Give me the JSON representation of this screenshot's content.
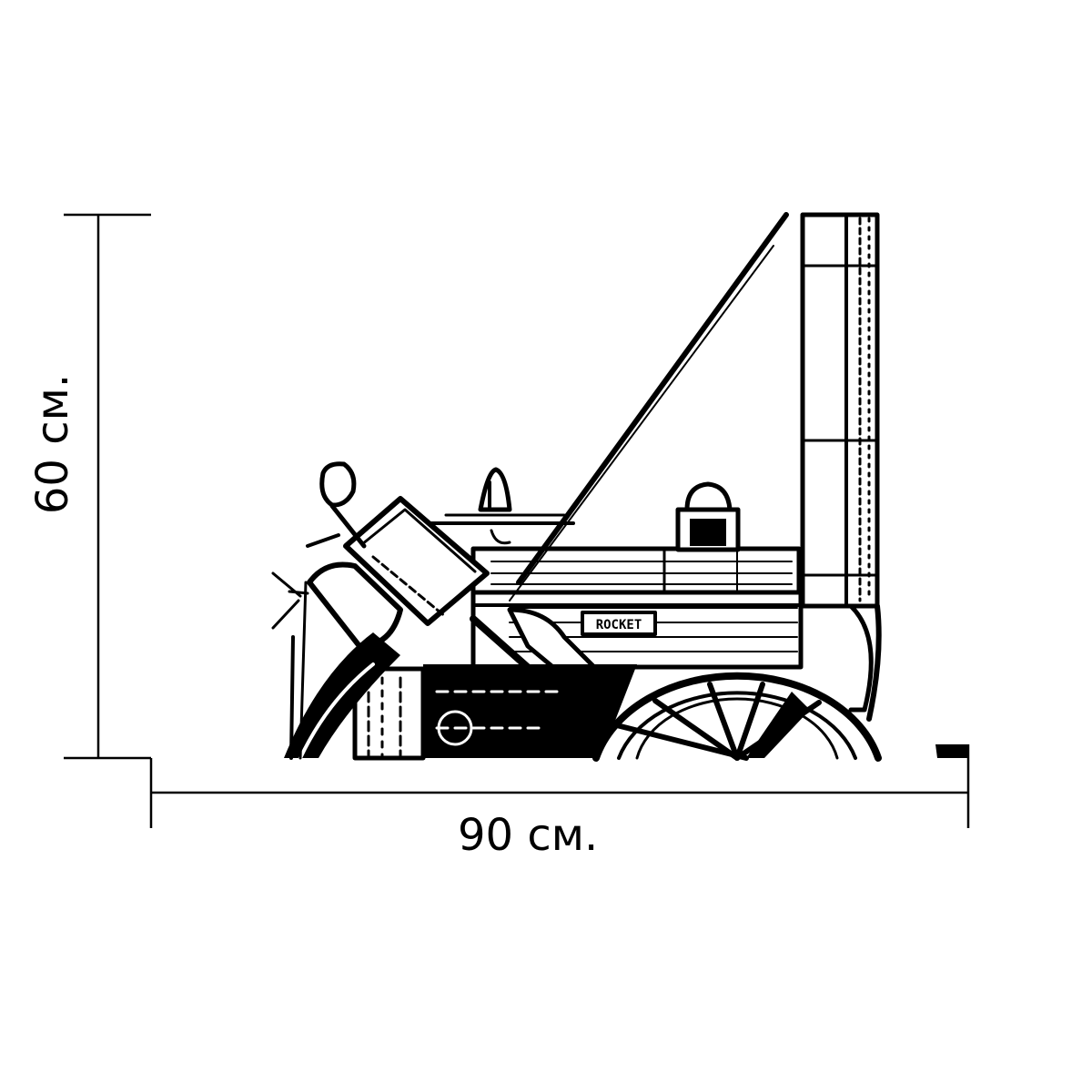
{
  "dimensions": {
    "width_label": "90 см.",
    "height_label": "60 см."
  },
  "artwork": {
    "plate_text": "ROCKET",
    "ink_color": "#000000",
    "background_color": "#ffffff"
  }
}
